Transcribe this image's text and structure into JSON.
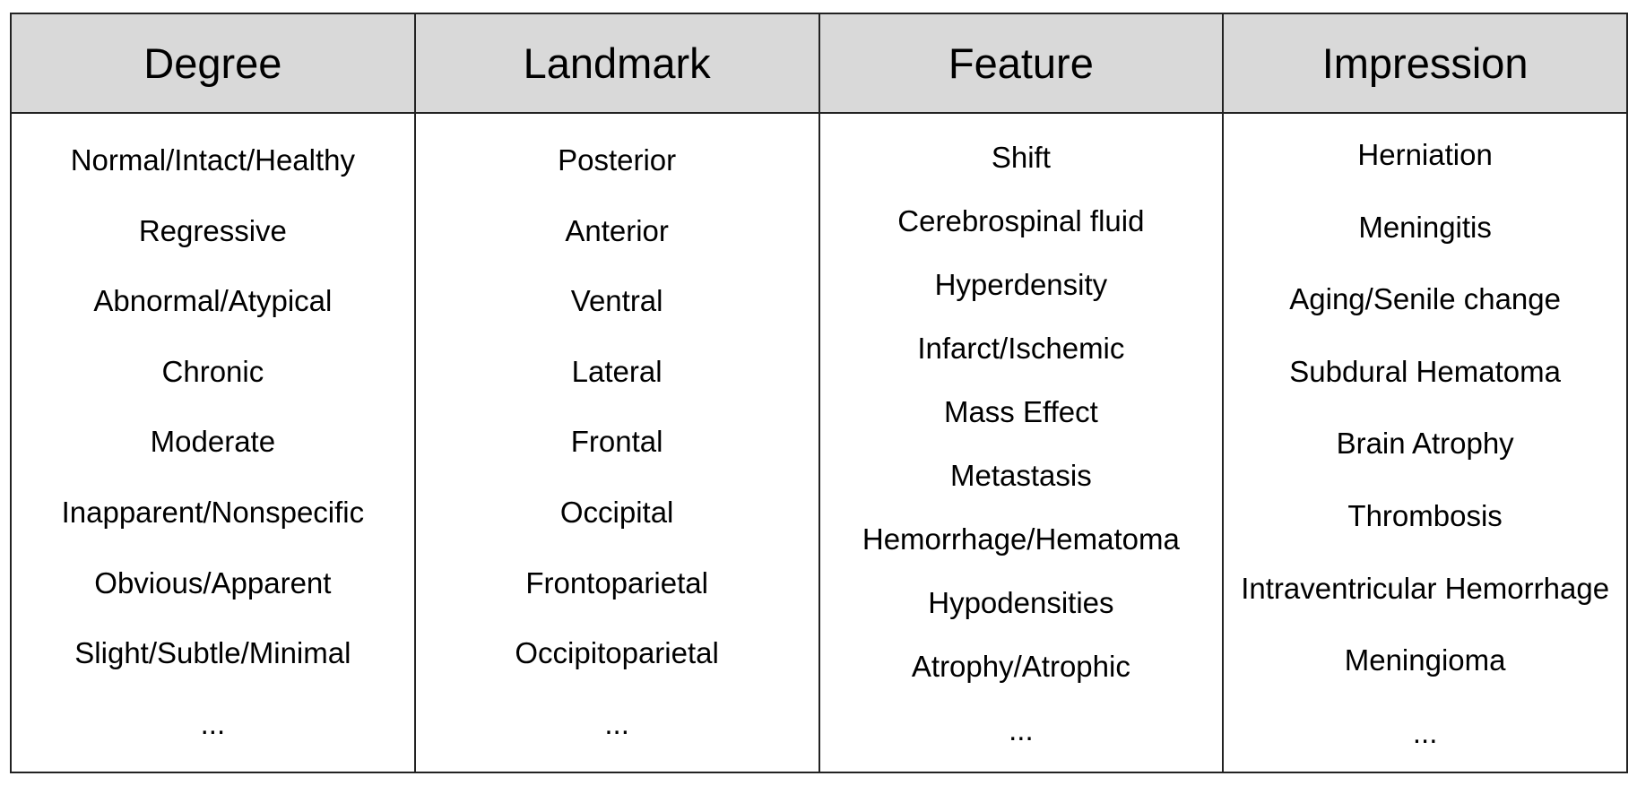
{
  "columns": [
    {
      "header": "Degree",
      "items": [
        "Normal/Intact/Healthy",
        "Regressive",
        "Abnormal/Atypical",
        "Chronic",
        "Moderate",
        "Inapparent/Nonspecific",
        "Obvious/Apparent",
        "Slight/Subtle/Minimal",
        "..."
      ]
    },
    {
      "header": "Landmark",
      "items": [
        "Posterior",
        "Anterior",
        "Ventral",
        "Lateral",
        "Frontal",
        "Occipital",
        "Frontoparietal",
        "Occipitoparietal",
        "..."
      ]
    },
    {
      "header": "Feature",
      "items": [
        "Shift",
        "Cerebrospinal fluid",
        "Hyperdensity",
        "Infarct/Ischemic",
        "Mass Effect",
        "Metastasis",
        "Hemorrhage/Hematoma",
        "Hypodensities",
        "Atrophy/Atrophic",
        "..."
      ]
    },
    {
      "header": "Impression",
      "items": [
        "Herniation",
        "Meningitis",
        "Aging/Senile change",
        "Subdural Hematoma",
        "Brain Atrophy",
        "Thrombosis",
        "Intraventricular Hemorrhage",
        "Meningioma",
        "..."
      ]
    }
  ]
}
